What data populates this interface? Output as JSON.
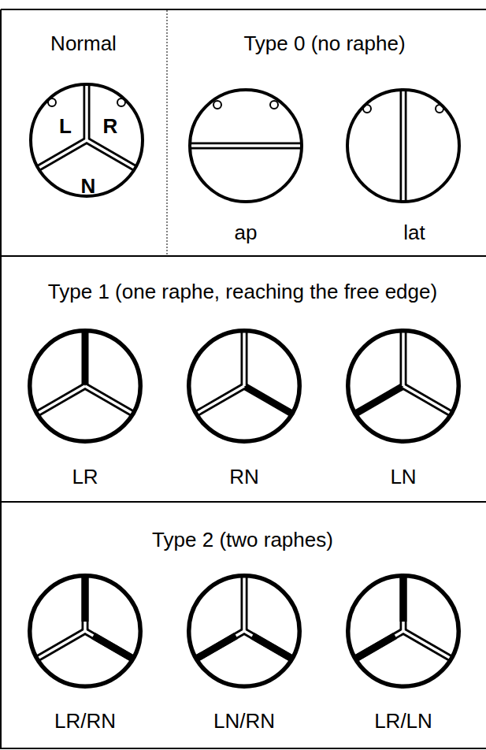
{
  "diagram": {
    "nodes": [
      {
        "text": [
          "Normal"
        ]
      },
      {
        "text": [
          "L",
          "R",
          "N"
        ],
        "in": 0
      },
      {
        "text": [
          "Type 0 (no raphe)"
        ]
      },
      {
        "text": [
          "ap"
        ],
        "in": 2
      },
      {
        "text": [
          "lat"
        ],
        "in": 2
      },
      {
        "text": [
          "Type 1 (one raphe, reaching the free edge)"
        ]
      },
      {
        "text": [
          "LR"
        ],
        "in": 5
      },
      {
        "text": [
          "RN"
        ],
        "in": 5
      },
      {
        "text": [
          "LN"
        ],
        "in": 5
      },
      {
        "text": [
          "Type 2 (two raphes)"
        ]
      },
      {
        "text": [
          "LR/RN"
        ],
        "in": 9
      },
      {
        "text": [
          "LN/RN"
        ],
        "in": 9
      },
      {
        "text": [
          "LR/LN"
        ],
        "in": 9
      }
    ]
  }
}
